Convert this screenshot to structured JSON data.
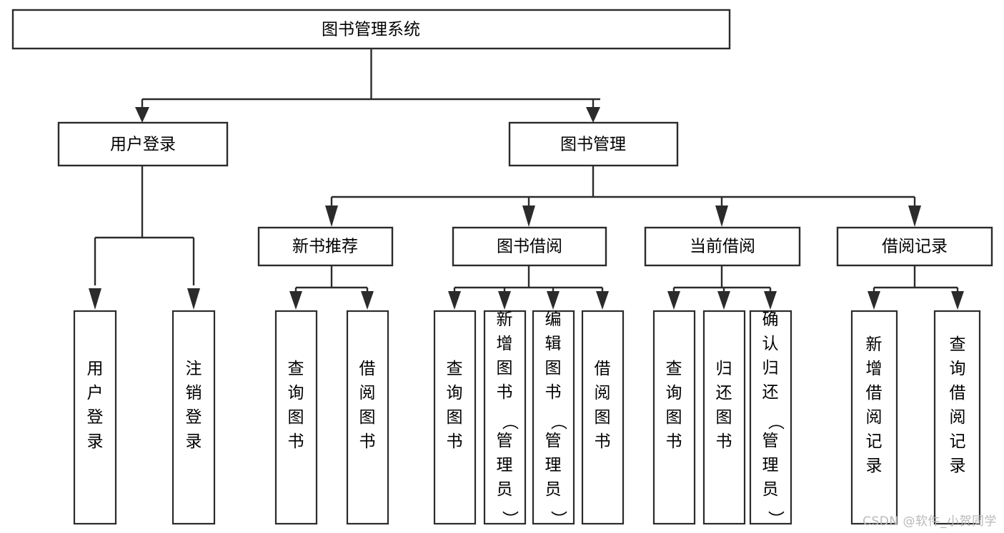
{
  "diagram": {
    "title": "图书管理系统",
    "type": "tree-hierarchy-diagram",
    "watermark": "CSDN @软件_小贺同学",
    "colors": {
      "stroke": "#2b2b2b",
      "fill": "#ffffff",
      "text": "#000000",
      "watermark": "#b9b9b9"
    },
    "root": {
      "label": "图书管理系统"
    },
    "level2": [
      {
        "label": "用户登录"
      },
      {
        "label": "图书管理"
      }
    ],
    "level3": [
      {
        "label": "新书推荐"
      },
      {
        "label": "图书借阅"
      },
      {
        "label": "当前借阅"
      },
      {
        "label": "借阅记录"
      }
    ],
    "leaves_user_login": [
      {
        "label": "用户登录"
      },
      {
        "label": "注销登录"
      }
    ],
    "leaves_new_book": [
      {
        "label": "查询图书"
      },
      {
        "label": "借阅图书"
      }
    ],
    "leaves_borrow": [
      {
        "label": "查询图书"
      },
      {
        "label": "新增图书（管理员）"
      },
      {
        "label": "编辑图书（管理员）"
      },
      {
        "label": "借阅图书"
      }
    ],
    "leaves_current": [
      {
        "label": "查询图书"
      },
      {
        "label": "归还图书"
      },
      {
        "label": "确认归还（管理员）"
      }
    ],
    "leaves_records": [
      {
        "label": "新增借阅记录"
      },
      {
        "label": "查询借阅记录"
      }
    ]
  }
}
